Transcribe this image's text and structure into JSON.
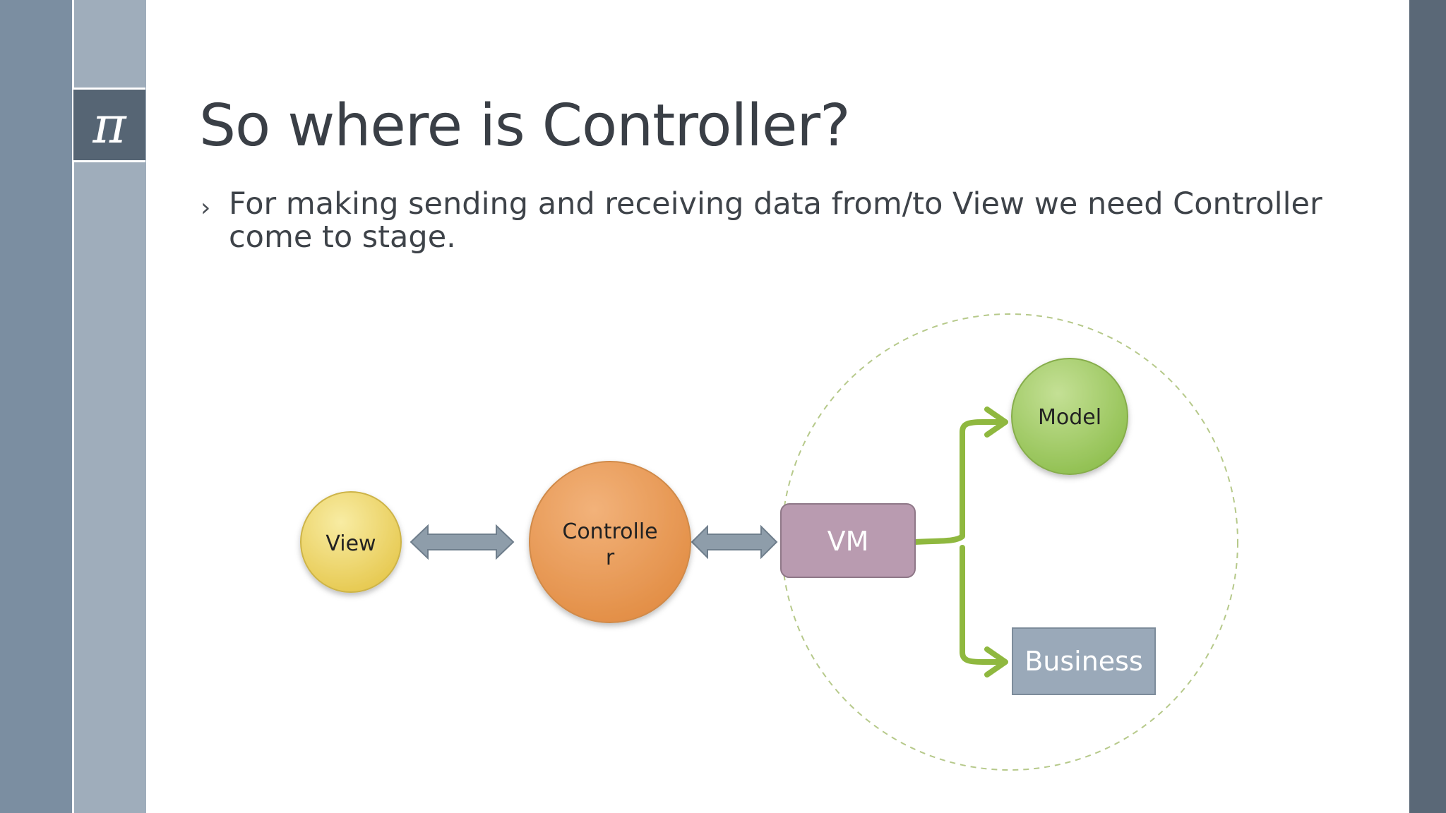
{
  "slide": {
    "logo_symbol": "π",
    "title": "So where is Controller?",
    "bullet_marker": "›",
    "bullet_text": "For making sending and receiving data from/to View we need Controller come to stage."
  },
  "diagram": {
    "nodes": {
      "view": {
        "label": "View",
        "color": "#f0d76c"
      },
      "controller": {
        "label_line1": "Controlle",
        "label_line2": "r",
        "color": "#eea261"
      },
      "vm": {
        "label": "VM",
        "color": "#b99bb0"
      },
      "model": {
        "label": "Model",
        "color": "#a9cd6c"
      },
      "business": {
        "label": "Business",
        "color": "#9aa9b9"
      }
    },
    "connectors": {
      "double_arrow_color": "#8e9daa",
      "branch_arrow_color": "#8fb83f",
      "dashed_circle_color": "#b6c98a"
    }
  }
}
